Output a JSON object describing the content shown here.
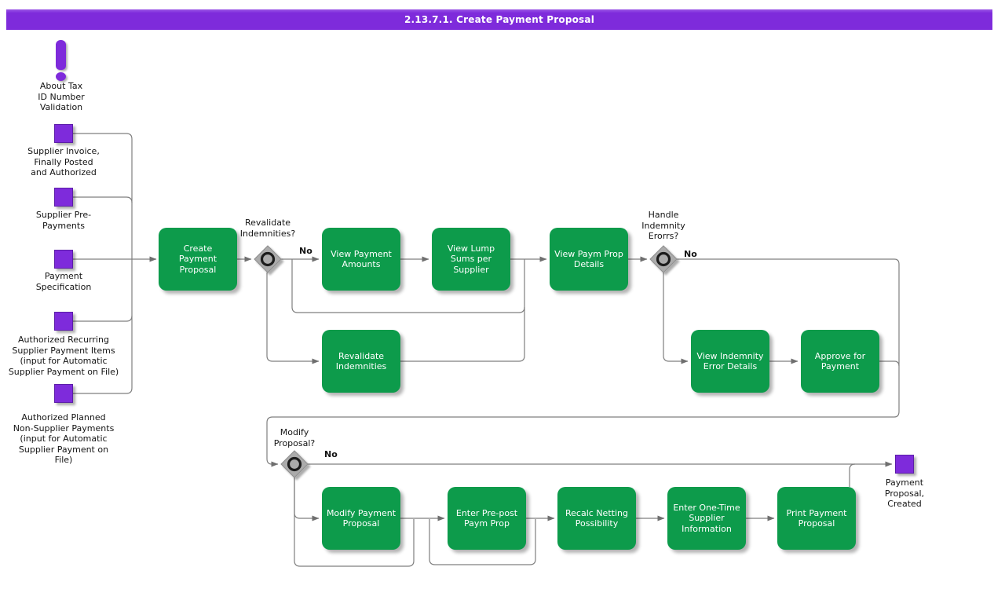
{
  "header": {
    "title": "2.13.7.1. Create Payment Proposal"
  },
  "note": {
    "label": "About Tax\nID Number\nValidation"
  },
  "events": [
    {
      "label": "Supplier Invoice,\nFinally Posted\nand Authorized"
    },
    {
      "label": "Supplier Pre-\nPayments"
    },
    {
      "label": "Payment\nSpecification"
    },
    {
      "label": "Authorized Recurring\nSupplier Payment Items\n(input for Automatic\nSupplier Payment on File)"
    },
    {
      "label": "Authorized Planned\nNon-Supplier Payments\n(input for Automatic\nSupplier Payment on\nFile)"
    }
  ],
  "end_event": {
    "label": "Payment\nProposal,\nCreated"
  },
  "tasks": [
    {
      "label": "Create\nPayment\nProposal"
    },
    {
      "label": "View Payment\nAmounts"
    },
    {
      "label": "View Lump\nSums per\nSupplier"
    },
    {
      "label": "View Paym Prop\nDetails"
    },
    {
      "label": "Revalidate\nIndemnities"
    },
    {
      "label": "View Indemnity\nError Details"
    },
    {
      "label": "Approve for\nPayment"
    },
    {
      "label": "Modify Payment\nProposal"
    },
    {
      "label": "Enter Pre-post\nPaym Prop"
    },
    {
      "label": "Recalc Netting\nPossibility"
    },
    {
      "label": "Enter One-Time\nSupplier\nInformation"
    },
    {
      "label": "Print Payment\nProposal"
    }
  ],
  "decisions": [
    {
      "label": "Revalidate\nIndemnities?",
      "branch": "No"
    },
    {
      "label": "Handle\nIndemnity\nErorrs?",
      "branch": "No"
    },
    {
      "label": "Modify\nProposal?",
      "branch": "No"
    }
  ],
  "colors": {
    "purple": "#7E2BDB",
    "green": "#0D9B4B",
    "line": "#7F7F7F"
  }
}
